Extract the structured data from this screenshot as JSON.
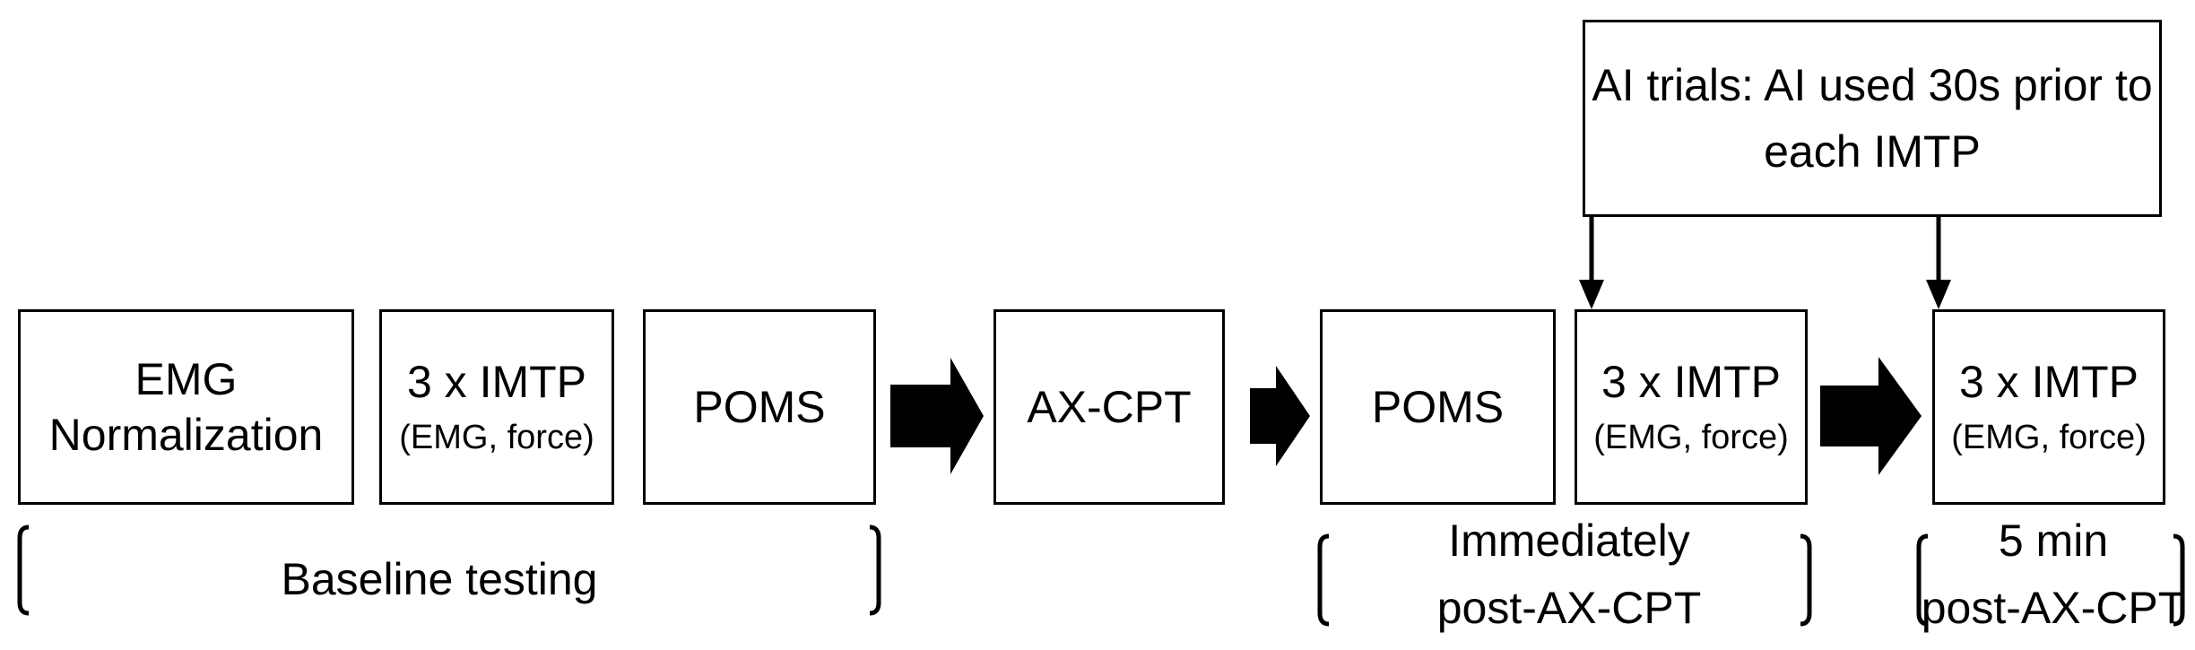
{
  "boxes": {
    "emg_normalization": {
      "line1": "EMG",
      "line2": "Normalization"
    },
    "baseline_imtp": {
      "title": "3 x IMTP",
      "sub": "(EMG, force)"
    },
    "baseline_poms": {
      "title": "POMS"
    },
    "ax_cpt": {
      "title": "AX-CPT"
    },
    "post_poms": {
      "title": "POMS"
    },
    "post_imtp": {
      "title": "3 x IMTP",
      "sub": "(EMG, force)"
    },
    "five_min_imtp": {
      "title": "3 x IMTP",
      "sub": "(EMG, force)"
    },
    "ai_trials": {
      "line1": "AI trials: AI used 30s prior to",
      "line2": "each IMTP"
    }
  },
  "phases": {
    "baseline": "Baseline testing",
    "immediately": {
      "line1": "Immediately",
      "line2": "post-AX-CPT"
    },
    "five_min": {
      "line1": "5 min",
      "line2": "post-AX-CPT"
    }
  }
}
